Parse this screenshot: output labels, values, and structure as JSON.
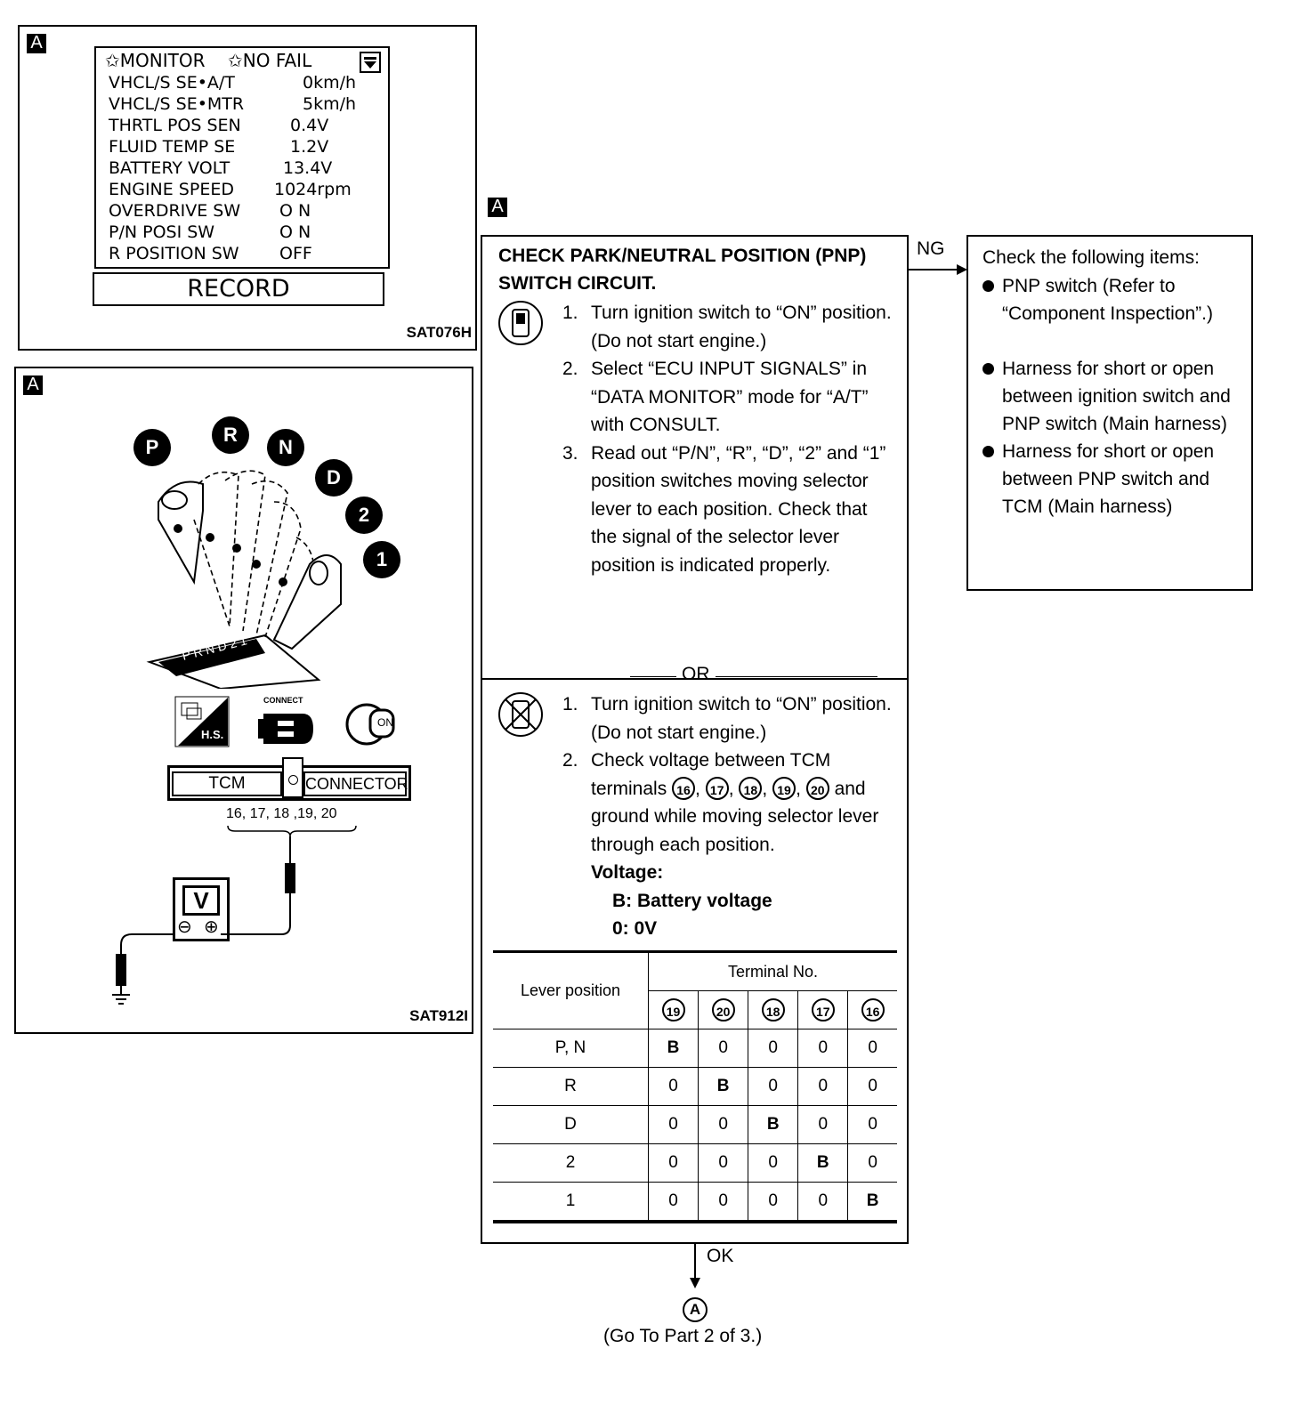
{
  "monitor_panel": {
    "tag": "A",
    "header_left": "✩MONITOR",
    "header_right": "✩NO FAIL",
    "rows": [
      {
        "label": "VHCL/S SE•A/T",
        "value": "0km/h"
      },
      {
        "label": "VHCL/S SE•MTR",
        "value": "5km/h"
      },
      {
        "label": "THRTL POS SEN",
        "value": "0.4V"
      },
      {
        "label": "FLUID TEMP SE",
        "value": "1.2V"
      },
      {
        "label": "BATTERY VOLT",
        "value": "13.4V"
      },
      {
        "label": "ENGINE SPEED",
        "value": "1024rpm"
      },
      {
        "label": "OVERDRIVE SW",
        "value": "O N"
      },
      {
        "label": "P/N POSI SW",
        "value": "O N"
      },
      {
        "label": "R POSITION SW",
        "value": "OFF"
      }
    ],
    "record_button": "RECORD",
    "figure_id": "SAT076H"
  },
  "selector_panel": {
    "tag": "A",
    "positions": [
      "P",
      "R",
      "N",
      "D",
      "2",
      "1"
    ],
    "gate_label": "PRND21",
    "hs_label": "H.S.",
    "connect_label": "CONNECT",
    "on_label": "ON",
    "tcm_label": "TCM",
    "connector_label": "CONNECTOR",
    "terminals_label": "16, 17, 18 ,19, 20",
    "meter_label": "V",
    "minus": "⊖",
    "plus": "⊕",
    "figure_id": "SAT912I"
  },
  "flow": {
    "tag": "A",
    "title": "CHECK PARK/NEUTRAL POSITION (PNP) SWITCH CIRCUIT.",
    "steps_a": [
      {
        "num": "1.",
        "text": "Turn ignition switch to “ON” position. (Do not start engine.)"
      },
      {
        "num": "2.",
        "text": "Select “ECU INPUT SIGNALS” in “DATA MONITOR” mode for “A/T” with CONSULT."
      },
      {
        "num": "3.",
        "text": "Read out “P/N”, “R”, “D”, “2” and “1” position switches moving selector lever to each position. Check that the signal of the selector lever position is indicated properly."
      }
    ],
    "or_label": "OR",
    "steps_b": [
      {
        "num": "1.",
        "text": "Turn ignition switch to “ON” position. (Do not start engine.)"
      },
      {
        "num": "2.",
        "text_pre": "Check voltage between TCM terminals",
        "text_post": "and ground while moving selector lever through each position."
      }
    ],
    "terminal_circles": [
      "16",
      "17",
      "18",
      "19",
      "20"
    ],
    "voltage_heading": "Voltage:",
    "voltage_b": "B: Battery voltage",
    "voltage_0": "0: 0V",
    "table": {
      "row_header": "Lever position",
      "group_header": "Terminal No.",
      "terminals": [
        "19",
        "20",
        "18",
        "17",
        "16"
      ],
      "rows": [
        {
          "pos": "P, N",
          "vals": [
            "B",
            "0",
            "0",
            "0",
            "0"
          ]
        },
        {
          "pos": "R",
          "vals": [
            "0",
            "B",
            "0",
            "0",
            "0"
          ]
        },
        {
          "pos": "D",
          "vals": [
            "0",
            "0",
            "B",
            "0",
            "0"
          ]
        },
        {
          "pos": "2",
          "vals": [
            "0",
            "0",
            "0",
            "B",
            "0"
          ]
        },
        {
          "pos": "1",
          "vals": [
            "0",
            "0",
            "0",
            "0",
            "B"
          ]
        }
      ]
    },
    "ng_label": "NG",
    "ok_label": "OK",
    "goto_circle": "A",
    "goto_text": "(Go To Part 2 of 3.)"
  },
  "ng_box": {
    "heading": "Check the following items:",
    "items": [
      "PNP switch (Refer to “Component Inspection”.)",
      "Harness for short or open between ignition switch and PNP switch (Main harness)",
      "Harness for short or open between PNP switch and TCM (Main harness)"
    ]
  }
}
